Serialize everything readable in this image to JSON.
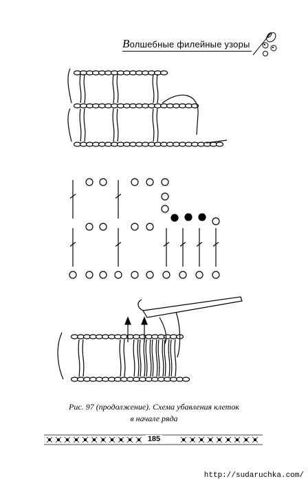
{
  "header": {
    "title_cap": "В",
    "title_rest": "олшебные филейные узоры"
  },
  "caption": {
    "line1": "Рис. 97 (продолжение). Схема убавления клеток",
    "line2": "в начале ряда"
  },
  "footer": {
    "page_number": "185"
  },
  "watermark": "http://sudaruchka.com/",
  "scheme": {
    "open_symbol": "chain-stitch-open-circle",
    "filled_symbol": "slip-stitch-filled-circle",
    "stitch_symbol": "double-crochet-crossed-line"
  }
}
